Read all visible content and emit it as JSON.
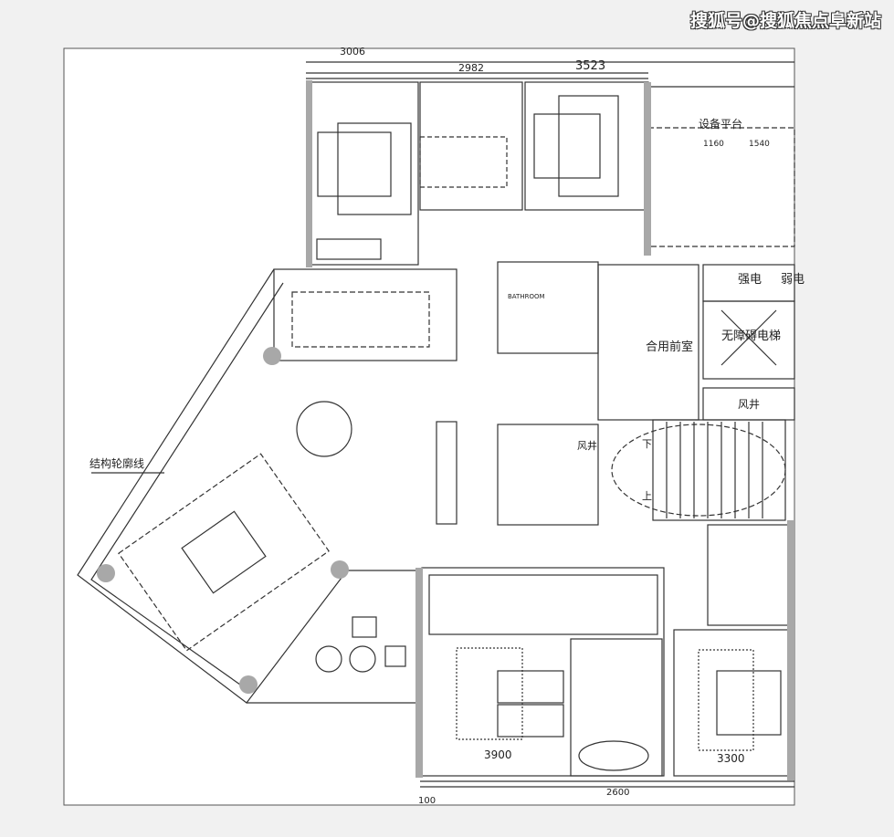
{
  "watermark": "搜狐号@搜狐焦点阜新站",
  "dimensions": {
    "top_left": "3006",
    "top_mid": "2982",
    "top_right": "3523",
    "equip_a": "1160",
    "equip_b": "1540",
    "bottom_left": "3900",
    "bottom_mid": "2600",
    "bottom_right": "3300",
    "bottom_corner": "100"
  },
  "labels": {
    "equipment_platform": "设备平台",
    "strong_power": "强电",
    "weak_power": "弱电",
    "accessible_elevator": "无障碍电梯",
    "shared_lobby": "合用前室",
    "air_shaft_1": "风井",
    "air_shaft_2": "风井",
    "stairs_down": "下",
    "stairs_up": "上",
    "bathroom": "BATHROOM",
    "structure_outline": "结构轮廓线"
  },
  "colors": {
    "line": "#333333",
    "wall": "#a8a8a8",
    "paper": "#ffffff",
    "background": "#f1f1f1"
  }
}
